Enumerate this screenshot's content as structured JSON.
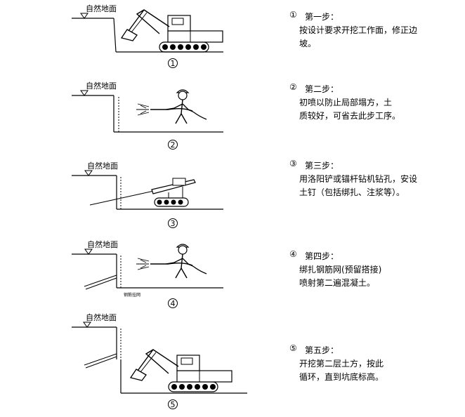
{
  "ground_label": "自然地面",
  "rebar_label": "钢筋挂网",
  "steps": [
    {
      "index": "1",
      "circled": "①",
      "title": "第一步：",
      "lines": [
        "按设计要求开挖工作面，修正边",
        "坡。"
      ]
    },
    {
      "index": "2",
      "circled": "②",
      "title": "第二步：",
      "lines": [
        "初喷以防止局部塌方，土",
        "质较好，可省去此步工序。"
      ]
    },
    {
      "index": "3",
      "circled": "③",
      "title": "第三步：",
      "lines": [
        "用洛阳铲或锚杆钻机钻孔，安设",
        "土钉（包括绑扎、注浆等）。"
      ]
    },
    {
      "index": "4",
      "circled": "④",
      "title": "第四步：",
      "lines": [
        "绑扎钢筋网(预留搭接)",
        "喷射第二遍混凝土。"
      ]
    },
    {
      "index": "5",
      "circled": "⑤",
      "title": "第五步：",
      "lines": [
        "开挖第二层土方，按此",
        "循环，直到坑底标高。"
      ]
    }
  ]
}
